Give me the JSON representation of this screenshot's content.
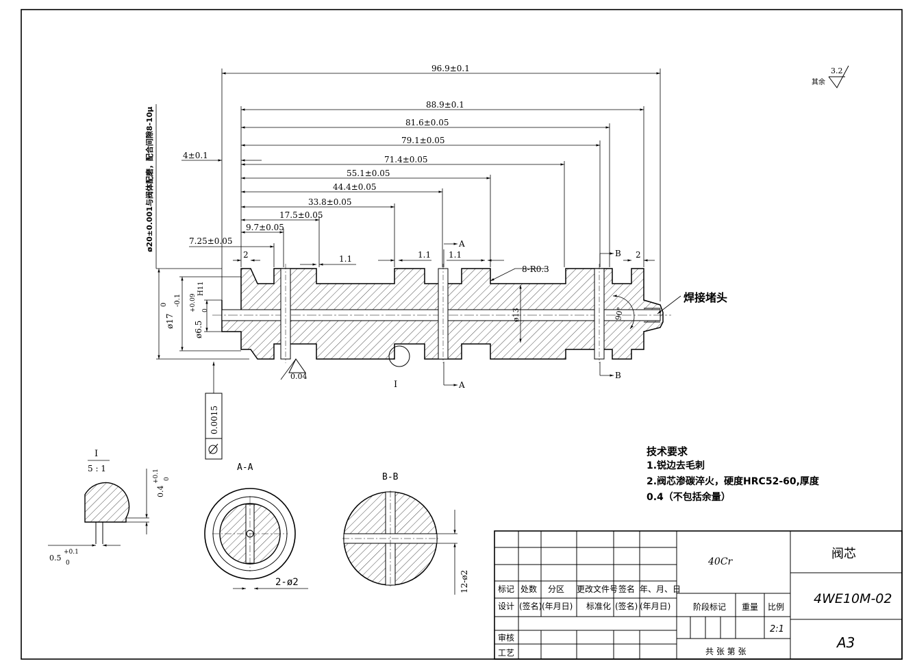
{
  "surface_finish": {
    "note": "其余",
    "value": "3.2"
  },
  "dimensions": {
    "overall": "96.9±0.1",
    "d889": "88.9±0.1",
    "d816": "81.6±0.05",
    "d791": "79.1±0.05",
    "d714": "71.4±0.05",
    "d551": "55.1±0.05",
    "d444": "44.4±0.05",
    "d338": "33.8±0.05",
    "d175": "17.5±0.05",
    "d97": "9.7±0.05",
    "d725": "7.25±0.05",
    "d4": "4±0.1",
    "g2a": "2",
    "g2b": "2",
    "g11a": "1.1",
    "g11b": "1.1",
    "g11c": "1.1",
    "radius": "8-R0.3",
    "dia13": "ø13",
    "angle90": "90°",
    "dia17": "ø17",
    "dia17_tol_up": "0",
    "dia17_tol_lo": "-0.1",
    "dia65": "ø6.5",
    "dia65_fit": "H11",
    "dia65_tol_up": "+0.09",
    "dia65_tol_lo": "0",
    "runout_tol": "0.04",
    "fit_note": "ø20±0.001与阀体配磨，配合间隙8-10μ"
  },
  "sections": {
    "aa_mark": "A",
    "bb_mark": "B",
    "detail_mark": "I",
    "aa_title": "A-A",
    "bb_title": "B-B",
    "detail_title": "I",
    "detail_scale": "5 : 1",
    "aa_holes": "2-ø2",
    "bb_holes": "12-ø2",
    "detail_depth": "0.4",
    "detail_depth_tol_up": "+0.1",
    "detail_depth_tol_lo": "0",
    "detail_width": "0.5",
    "detail_width_tol_up": "+0.1",
    "detail_width_tol_lo": "0"
  },
  "callout": "焊接堵头",
  "gdt_value": "0.0015",
  "tech_requirements": {
    "title": "技术要求",
    "item1": "1.锐边去毛刺",
    "item2": "2.阀芯渗碳淬火，硬度HRC52-60,厚度",
    "item3": "0.4（不包括余量）"
  },
  "title_block": {
    "material": "40Cr",
    "part_name": "阀芯",
    "drawing_no": "4WE10M-02",
    "sheet_size": "A3",
    "scale": "2:1",
    "row_marks": [
      "标记",
      "处数",
      "分区",
      "更改文件号",
      "签名",
      "年、月、日"
    ],
    "row_design": [
      "设计",
      "(签名)",
      "(年月日)",
      "标准化",
      "(签名)",
      "(年月日)"
    ],
    "review": "审核",
    "process": "工艺",
    "stage_mark": "阶段标记",
    "weight": "重量",
    "scale_label": "比例",
    "sheets": "共  张  第  张"
  }
}
